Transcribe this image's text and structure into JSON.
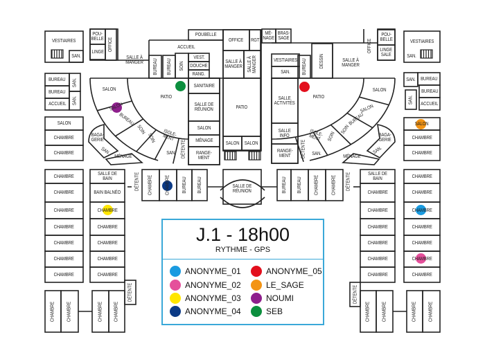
{
  "legend": {
    "title": "J.1 - 18h00",
    "subtitle": "RYTHME - GPS",
    "items": [
      {
        "name": "ANONYME_01",
        "color": "#1a9be0"
      },
      {
        "name": "ANONYME_02",
        "color": "#e5509b"
      },
      {
        "name": "ANONYME_03",
        "color": "#ffe600"
      },
      {
        "name": "ANONYME_04",
        "color": "#0b3a86"
      },
      {
        "name": "ANONYME_05",
        "color": "#e30f1d"
      },
      {
        "name": "LE_SAGE",
        "color": "#f39414"
      },
      {
        "name": "NOUMI",
        "color": "#8e1f8c"
      },
      {
        "name": "SEB",
        "color": "#0c8f3e"
      }
    ]
  },
  "rooms": [
    "VESTIAIRES",
    "SAN.",
    "POU-\nBELLE",
    "LINGE",
    "OFFICE",
    "SALLE À\nMANGER",
    "BUREAU",
    "BUREAU",
    "ACCUEIL",
    "SAN.",
    "SAN.",
    "SALON",
    "CHAMBRE",
    "CHAMBRE",
    "POUBELLE",
    "ACCUEIL",
    "BUREAU",
    "BUREAU",
    "SOIN",
    "VEST.",
    "DOUCHE",
    "RANG.",
    "OFFICE",
    "RGT",
    "MÉ-\nNAGE",
    "BRAS-\nSAGE",
    "SALLE À\nMANGER",
    "SALLE À\nMANGER",
    "PATIO",
    "SALON",
    "SALON",
    "PATIO",
    "SANITAIRE",
    "SALLE DE\nRÉUNION",
    "SALON",
    "MÉNAGE",
    "RANGE-\nMENT",
    "DÉTENTE",
    "SALON",
    "SALON",
    "BUREAU",
    "SOIN",
    "SOIN",
    "ISOLE-\nMENT",
    "SAN.",
    "BAGA-\nGERIE",
    "SAN.",
    "MÉNAGE",
    "VESTIAIRES",
    "SAN.",
    "BUREAU",
    "DESSIN",
    "SALLE À\nMANGER",
    "OFFICE",
    "POU-\nBELLE",
    "LINGE\nSALE",
    "VESTIAIRES",
    "SAN.",
    "SAN.",
    "BUREAU",
    "BUREAU",
    "SAN.",
    "ACCUEIL",
    "SALON",
    "CHAMBRE",
    "CHAMBRE",
    "PATIO",
    "SALLE\nACTIVITÉS",
    "SALLE\nINFO",
    "RANGE-\nMENT",
    "DÉTENTE",
    "ISOLE-\nMENT",
    "SAN.",
    "SOIN",
    "SOIN",
    "BUREAU",
    "SALON",
    "SALON",
    "BAGA-\nGERIE",
    "SAN.",
    "MÉNAGE",
    "CHAMBRE",
    "CHAMBRE",
    "CHAMBRE",
    "CHAMBRE",
    "CHAMBRE",
    "CHAMBRE",
    "CHAMBRE",
    "SALLE DE BAIN",
    "BAIN BALNÉO",
    "CHAMBRE",
    "CHAMBRE",
    "CHAMBRE",
    "CHAMBRE",
    "CHAMBRE",
    "CHAMBRE",
    "CHAMBRE",
    "CHAMBRE",
    "CHAMBRE",
    "DÉTENTE",
    "DÉTENTE",
    "CHAMBRE",
    "CHAMBRE",
    "BUREAU",
    "BUREAU",
    "SALLE DE\nRÉUNION",
    "BUREAU",
    "BUREAU",
    "CHAMBRE",
    "CHAMBRE",
    "DÉTENTE",
    "SALLE DE BAIN",
    "CHAMBRE",
    "CHAMBRE",
    "CHAMBRE",
    "CHAMBRE",
    "CHAMBRE",
    "CHAMBRE",
    "CHAMBRE",
    "CHAMBRE",
    "CHAMBRE",
    "CHAMBRE",
    "CHAMBRE",
    "CHAMBRE",
    "CHAMBRE",
    "DÉTENTE",
    "CHAMBRE",
    "CHAMBRE",
    "CHAMBRE",
    "CHAMBRE"
  ],
  "markers": [
    {
      "person": "SEB",
      "room": "PATIO",
      "color": "#0c8f3e"
    },
    {
      "person": "NOUMI",
      "room": "SALON",
      "color": "#8e1f8c"
    },
    {
      "person": "ANONYME_05",
      "room": "PATIO",
      "color": "#e30f1d"
    },
    {
      "person": "LE_SAGE",
      "room": "SALON",
      "color": "#f39414"
    },
    {
      "person": "ANONYME_03",
      "room": "CHAMBRE",
      "color": "#ffe600"
    },
    {
      "person": "ANONYME_04",
      "room": "CHAMBRE",
      "color": "#0b3a86"
    },
    {
      "person": "ANONYME_01",
      "room": "CHAMBRE",
      "color": "#1a9be0"
    },
    {
      "person": "ANONYME_02",
      "room": "CHAMBRE",
      "color": "#e5509b"
    }
  ]
}
